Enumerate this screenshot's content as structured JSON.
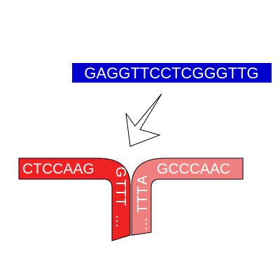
{
  "query_sequence": "GAGGTTCCTCGGGTTG",
  "left_strand": {
    "horizontal": "CTCCAAG",
    "vertical": [
      "G",
      "T",
      "T",
      "T",
      "…"
    ]
  },
  "right_strand": {
    "horizontal": "GCCCAAC",
    "vertical": [
      "A",
      "T",
      "T",
      "T",
      "…"
    ]
  },
  "colors": {
    "query_box": "#0000cc",
    "left_strand": "#ee2222",
    "right_strand": "#f08080",
    "text": "#ffffff",
    "arrow_outline": "#000000"
  }
}
